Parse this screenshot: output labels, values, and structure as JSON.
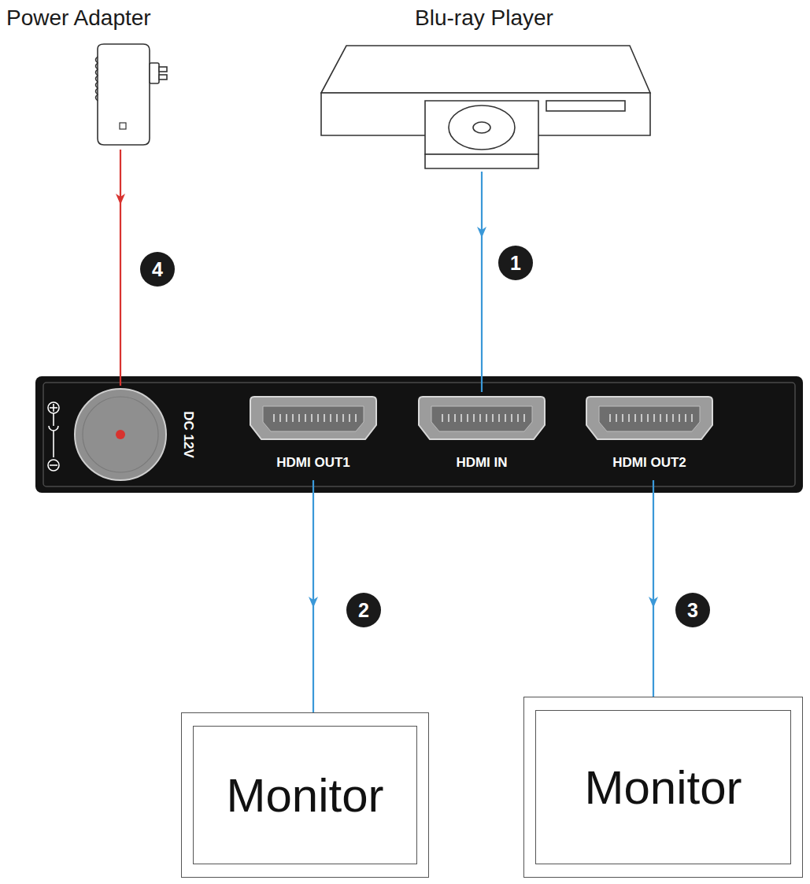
{
  "diagram": {
    "nodes": [
      {
        "text": [
          "Power Adapter"
        ]
      },
      {
        "text": [
          "Blu-ray Player"
        ]
      },
      {
        "text": [
          "DC 12V"
        ]
      },
      {
        "text": [
          "HDMI OUT1"
        ]
      },
      {
        "text": [
          "HDMI IN"
        ]
      },
      {
        "text": [
          "HDMI OUT2"
        ]
      },
      {
        "text": [
          "Monitor"
        ]
      },
      {
        "text": [
          "Monitor"
        ]
      }
    ],
    "edges": [
      {
        "from": 1,
        "to": 4,
        "arrow": "to",
        "label": "1"
      },
      {
        "from": 3,
        "to": 6,
        "arrow": "to",
        "label": "2"
      },
      {
        "from": 5,
        "to": 7,
        "arrow": "to",
        "label": "3"
      },
      {
        "from": 0,
        "to": 2,
        "arrow": "to",
        "label": "4"
      }
    ]
  }
}
